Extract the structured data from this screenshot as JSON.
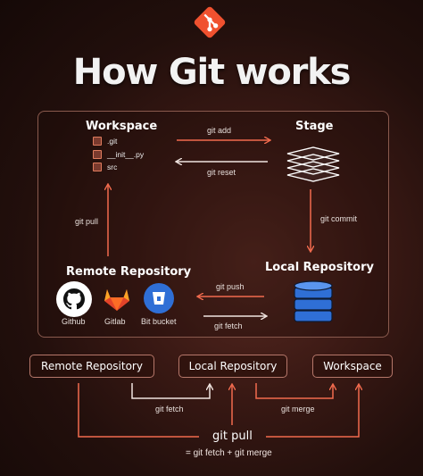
{
  "title": "How Git works",
  "workspace": {
    "heading": "Workspace",
    "files": [
      ".git",
      "__init__.py",
      "src"
    ]
  },
  "stage": {
    "heading": "Stage"
  },
  "local_repo": {
    "heading": "Local Repository"
  },
  "remote_repo": {
    "heading": "Remote Repository",
    "providers": [
      "Github",
      "Gitlab",
      "Bit bucket"
    ]
  },
  "arrows": {
    "git_add": "git add",
    "git_reset": "git reset",
    "git_commit": "git commit",
    "git_push": "git push",
    "git_fetch": "git fetch",
    "git_pull": "git pull"
  },
  "bottom": {
    "remote": "Remote Repository",
    "local": "Local Repository",
    "workspace": "Workspace",
    "git_fetch": "git fetch",
    "git_merge": "git merge",
    "git_pull": "git pull",
    "formula": "= git fetch + git merge"
  },
  "colors": {
    "accent": "#f26b4e",
    "git_logo": "#f0512f",
    "database": "#2f6fd6"
  }
}
